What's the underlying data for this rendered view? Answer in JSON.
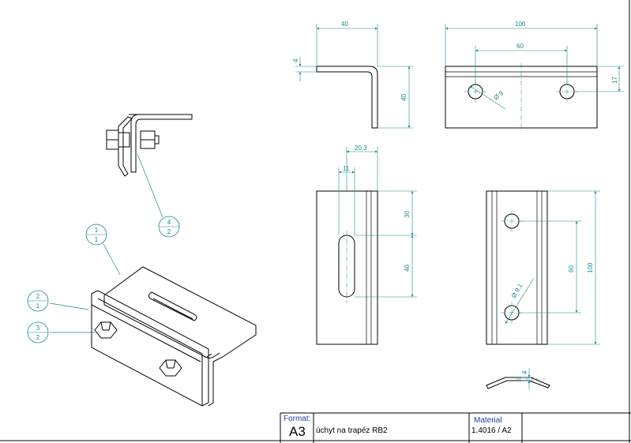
{
  "colors": {
    "line": "#000000",
    "dimension": "#1a8a8a",
    "label": "#1f3fa0"
  },
  "dimensions": {
    "front_width": "40",
    "front_thickness": "4",
    "front_height": "40",
    "side_width": "100",
    "side_hole_spacing": "60",
    "side_offset": "17",
    "side_hole_dia": "Ø 9",
    "top_width": "20.3",
    "top_slot_width": "11",
    "top_slot_start": "30",
    "top_slot_length": "40",
    "right_hole_spacing": "60",
    "right_length": "100",
    "right_hole_dia": "Ø 9.1",
    "section_thickness": "4"
  },
  "balloons": [
    {
      "top": "4",
      "bottom": "2"
    },
    {
      "top": "1",
      "bottom": "1"
    },
    {
      "top": "2",
      "bottom": "1"
    },
    {
      "top": "3",
      "bottom": "2"
    }
  ],
  "title_block": {
    "format_label": "Format:",
    "format_value": "A3",
    "title": "úchyt na trapéz RB2",
    "material_label": "Material",
    "material_value": "1.4016 / A2"
  },
  "icons": [
    "balloon-callout",
    "hex-bolt",
    "bracket-part"
  ]
}
